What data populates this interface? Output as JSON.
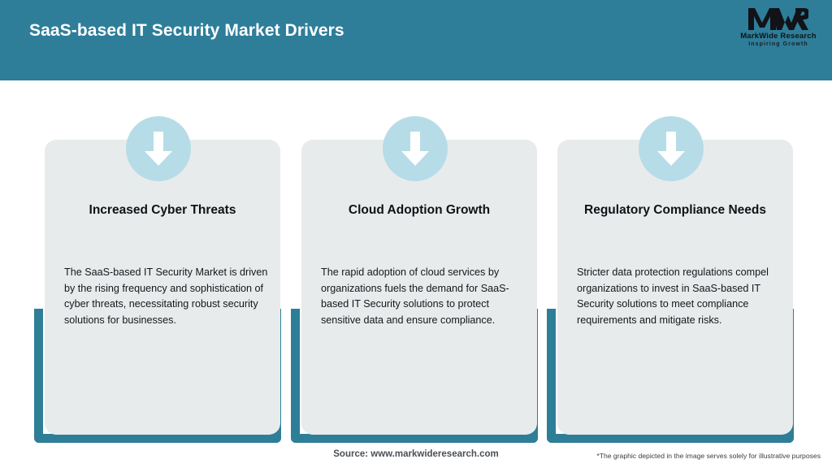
{
  "header": {
    "title": "SaaS-based IT Security Market Drivers",
    "background_color": "#2E7E9A",
    "title_color": "#FFFFFF"
  },
  "logo": {
    "mark": "MWR",
    "name": "MarkWide Research",
    "tagline": "Inspiring Growth"
  },
  "theme": {
    "accent_teal": "#2E7E97",
    "panel_grey": "#E8EBEC",
    "icon_circle_blue": "#B6DCE8",
    "arrow_white": "#FFFFFF"
  },
  "cards": [
    {
      "icon": "arrow-down-icon",
      "title": "Increased Cyber Threats",
      "body": "The SaaS-based IT Security Market is driven by the rising frequency and sophistication of cyber threats, necessitating robust security solutions for businesses."
    },
    {
      "icon": "arrow-down-icon",
      "title": "Cloud Adoption Growth",
      "body": "The rapid adoption of cloud services by organizations fuels the demand for SaaS-based IT Security solutions to protect sensitive data and ensure compliance."
    },
    {
      "icon": "arrow-down-icon",
      "title": "Regulatory Compliance Needs",
      "body": "Stricter data protection regulations compel organizations to invest in SaaS-based IT Security solutions to meet compliance requirements and mitigate risks."
    }
  ],
  "footer": {
    "source": "Source: www.markwideresearch.com",
    "disclaimer": "*The graphic depicted in the image serves solely for illustrative purposes"
  }
}
